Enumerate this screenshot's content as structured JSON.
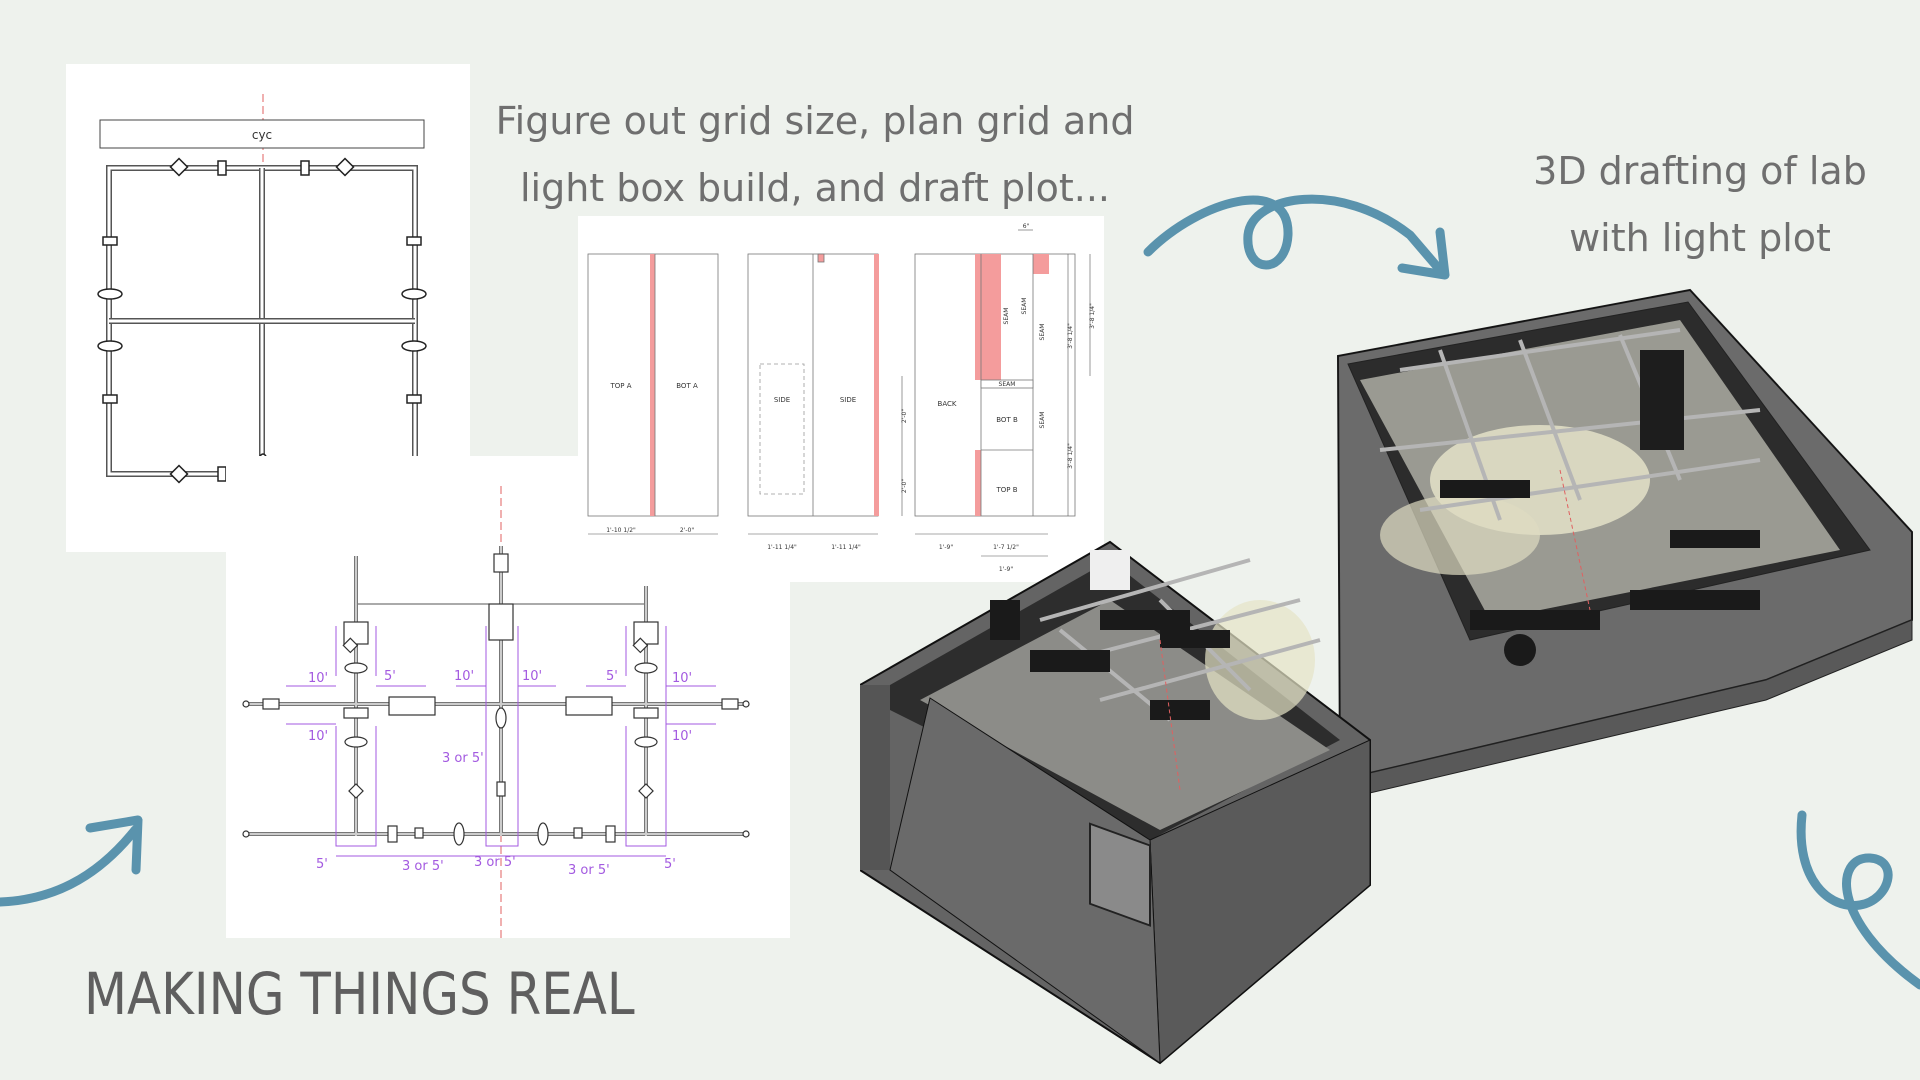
{
  "slide": {
    "title": "MAKING THINGS REAL",
    "caption_left": [
      "Figure out grid size, plan grid and",
      "light box build, and draft plot..."
    ],
    "caption_right": [
      "3D drafting of lab",
      "with light plot"
    ]
  },
  "plan_drawing": {
    "cyc_label": "cyc"
  },
  "grid_plot": {
    "dims_top": [
      "10'",
      "5'",
      "10'",
      "10'",
      "5'",
      "10'"
    ],
    "dims_mid": [
      "10'",
      "10'"
    ],
    "center_dim": "3 or 5'",
    "dims_bottom": [
      "5'",
      "3 or 5'",
      "3 or 5'",
      "3 or 5'",
      "5'"
    ]
  },
  "lightbox": {
    "panel_a": {
      "top": "TOP A",
      "bot": "BOT A",
      "dims": [
        "1'-10 1/2\"",
        "2'-0\""
      ]
    },
    "panel_side": {
      "left": "SIDE",
      "right": "SIDE",
      "dims": [
        "1'-11 1/4\"",
        "1'-11 1/4\""
      ]
    },
    "panel_back": {
      "back": "BACK",
      "seams": [
        "SEAM",
        "SEAM",
        "SEAM",
        "SEAM",
        "SEAM"
      ],
      "bot": "BOT B",
      "top": "TOP B",
      "dims_top": "6\"",
      "dims_right": [
        "3'-8 1/4\"",
        "3'-8 1/4\"",
        "3'-8 1/4\""
      ],
      "dims_left": [
        "2'-0\"",
        "2'-0\""
      ],
      "dims_bottom": [
        "1'-9\"",
        "1'-7 1/2\"",
        "1'-9\""
      ]
    }
  },
  "colors": {
    "arrow": "#5a93ad",
    "accent_red": "#f49c9c",
    "purple": "#a35ae0",
    "room_gray": "#6b6b6b"
  }
}
